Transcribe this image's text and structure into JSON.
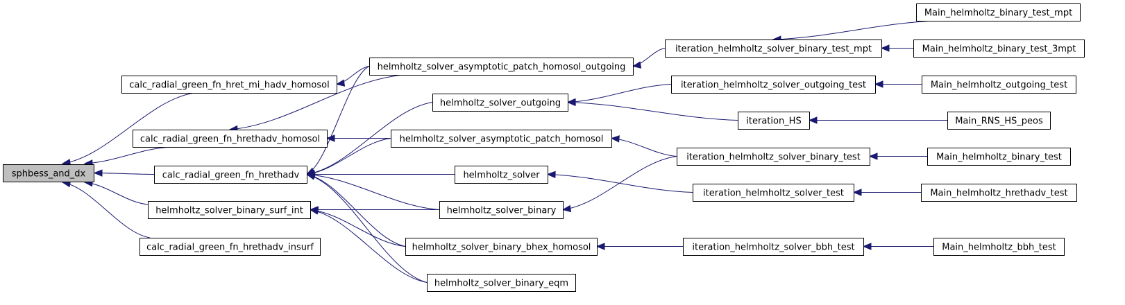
{
  "graph": {
    "nodes": [
      {
        "id": "sphbess_and_dx",
        "label": "sphbess_and_dx",
        "root": true
      },
      {
        "id": "n_hret_mi",
        "label": "calc_radial_green_fn_hret_mi_hadv_homosol"
      },
      {
        "id": "n_hrethadv_homosol",
        "label": "calc_radial_green_fn_hrethadv_homosol"
      },
      {
        "id": "n_hrethadv",
        "label": "calc_radial_green_fn_hrethadv"
      },
      {
        "id": "n_surf_int",
        "label": "helmholtz_solver_binary_surf_int"
      },
      {
        "id": "n_insurf",
        "label": "calc_radial_green_fn_hrethadv_insurf"
      },
      {
        "id": "n_asym_out",
        "label": "helmholtz_solver_asymptotic_patch_homosol_outgoing"
      },
      {
        "id": "n_outgoing",
        "label": "helmholtz_solver_outgoing"
      },
      {
        "id": "n_asym",
        "label": "helmholtz_solver_asymptotic_patch_homosol"
      },
      {
        "id": "n_solver",
        "label": "helmholtz_solver"
      },
      {
        "id": "n_binary",
        "label": "helmholtz_solver_binary"
      },
      {
        "id": "n_bhex",
        "label": "helmholtz_solver_binary_bhex_homosol"
      },
      {
        "id": "n_eqm",
        "label": "helmholtz_solver_binary_eqm"
      },
      {
        "id": "n_it_mpt",
        "label": "iteration_helmholtz_solver_binary_test_mpt"
      },
      {
        "id": "n_it_out",
        "label": "iteration_helmholtz_solver_outgoing_test"
      },
      {
        "id": "n_it_hs",
        "label": "iteration_HS"
      },
      {
        "id": "n_it_bin",
        "label": "iteration_helmholtz_solver_binary_test"
      },
      {
        "id": "n_it_test",
        "label": "iteration_helmholtz_solver_test"
      },
      {
        "id": "n_it_bbh",
        "label": "iteration_helmholtz_solver_bbh_test"
      },
      {
        "id": "n_m_mpt",
        "label": "Main_helmholtz_binary_test_mpt"
      },
      {
        "id": "n_m_3mpt",
        "label": "Main_helmholtz_binary_test_3mpt"
      },
      {
        "id": "n_m_out",
        "label": "Main_helmholtz_outgoing_test"
      },
      {
        "id": "n_m_rns",
        "label": "Main_RNS_HS_peos"
      },
      {
        "id": "n_m_bin",
        "label": "Main_helmholtz_binary_test"
      },
      {
        "id": "n_m_hreth",
        "label": "Main_helmholtz_hrethadv_test"
      },
      {
        "id": "n_m_bbh",
        "label": "Main_helmholtz_bbh_test"
      }
    ],
    "edge_color": "#191970",
    "root_fill": "#bfbfbf"
  }
}
